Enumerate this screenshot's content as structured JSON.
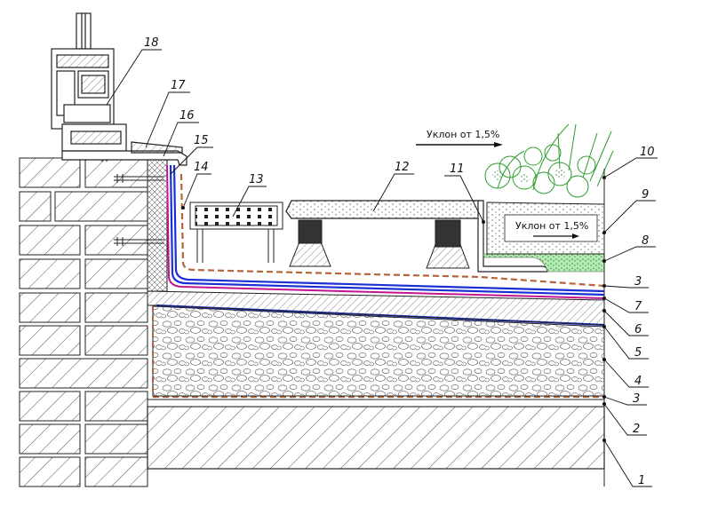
{
  "slope_text_top": "Уклон от 1,5%",
  "slope_text_soil": "Уклон от 1,5%",
  "callouts": [
    {
      "id": "1",
      "label": "1"
    },
    {
      "id": "2",
      "label": "2"
    },
    {
      "id": "3a",
      "label": "3"
    },
    {
      "id": "4",
      "label": "4"
    },
    {
      "id": "5",
      "label": "5"
    },
    {
      "id": "6",
      "label": "6"
    },
    {
      "id": "7",
      "label": "7"
    },
    {
      "id": "3b",
      "label": "3"
    },
    {
      "id": "8",
      "label": "8"
    },
    {
      "id": "9",
      "label": "9"
    },
    {
      "id": "10",
      "label": "10"
    },
    {
      "id": "11",
      "label": "11"
    },
    {
      "id": "12",
      "label": "12"
    },
    {
      "id": "13",
      "label": "13"
    },
    {
      "id": "14",
      "label": "14"
    },
    {
      "id": "15",
      "label": "15"
    },
    {
      "id": "16",
      "label": "16"
    },
    {
      "id": "17",
      "label": "17"
    },
    {
      "id": "18",
      "label": "18"
    }
  ],
  "colors": {
    "membrane_blue": "#1a2fd6",
    "membrane_magenta": "#c2168f",
    "geotextile_brown": "#b5653a",
    "drainage_green": "#9be39b",
    "plants_green": "#2f9d2f",
    "line": "#111111"
  }
}
